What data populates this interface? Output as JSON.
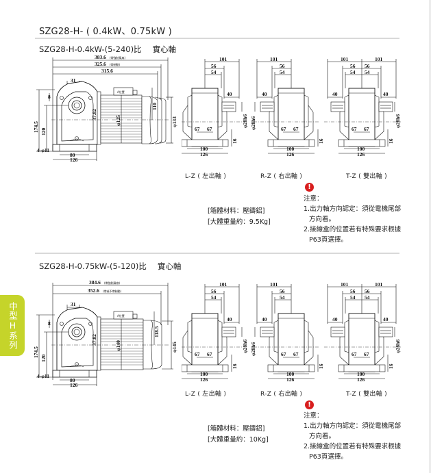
{
  "page": {
    "main_title": "SZG28-H- ( 0.4kW、0.75kW )",
    "side_tab": "中型H系列"
  },
  "sections": [
    {
      "subtitle_model": "SZG28-H-0.4kW-(5-240)比",
      "subtitle_shaft": "實心軸",
      "motor_view": {
        "overall_length_1": "383.6",
        "overall_length_1_note": "(帶強制風扇)",
        "overall_length_2": "325.6",
        "overall_length_2_note": "(帶制動)",
        "overall_length_3": "315.6",
        "shaft_offset": "31",
        "dim_8": "8",
        "height_total": "174.5",
        "center_height": "120",
        "dim_37_82": "37.82",
        "motor_dia": "φ125",
        "box_label": "A位置",
        "dim_box": "110",
        "fan_dia": "φ133",
        "foot_holes": "4-φ11",
        "foot_spacing": "80",
        "foot_width": "126"
      },
      "end_views": [
        {
          "code": "L-Z",
          "label": "L-Z ( 左出軸 )",
          "dims": {
            "d101": "101",
            "d56": "56",
            "d54": "54",
            "d40": "40",
            "d67a": "67",
            "d67b": "67",
            "shaft": "φ28h6",
            "d16": "16",
            "d100": "100",
            "d126": "126"
          }
        },
        {
          "code": "R-Z",
          "label": "R-Z ( 右出軸 )",
          "dims": {
            "d101": "101",
            "d56": "56",
            "d54": "54",
            "d40": "40",
            "d67a": "67",
            "d67b": "67",
            "shaft": "φ28h6",
            "d16": "16",
            "d100": "100",
            "d126": "126"
          }
        },
        {
          "code": "T-Z",
          "label": "T-Z ( 雙出軸 )",
          "dims": {
            "d101": "101",
            "d56": "56",
            "d54": "54",
            "d40": "40",
            "d67a": "67",
            "d67b": "67",
            "shaft": "φ28h6",
            "d16": "16",
            "d100": "100",
            "d126": "126"
          }
        }
      ],
      "material": "[箱體材料：壓鑄鋁]",
      "weight": "[大體重量約：9.5Kg]",
      "notes_title": "注意：",
      "note_1a": "1.出力軸方向認定：須從電機尾部",
      "note_1b": "方向看。",
      "note_2a": "2.接線盒的位置若有特殊要求根據",
      "note_2b": "P63頁選擇。",
      "warn_glyph": "!"
    },
    {
      "subtitle_model": "SZG28-H-0.75kW-(5-120)比",
      "subtitle_shaft": "實心軸",
      "motor_view": {
        "overall_length_1": "384.6",
        "overall_length_1_note": "(帶強制風扇)",
        "overall_length_2": "352.6",
        "overall_length_2_note": "(帶或不帶制動)",
        "overall_length_3": "",
        "shaft_offset": "31",
        "dim_8": "8",
        "height_total": "174.5",
        "center_height": "120",
        "dim_37_82": "37.82",
        "motor_dia": "φ140",
        "box_label": "A位置",
        "dim_box": "118.5",
        "fan_dia": "φ145",
        "foot_holes": "4-φ11",
        "foot_spacing": "80",
        "foot_width": "126"
      },
      "end_views": [
        {
          "code": "L-Z",
          "label": "L-Z ( 左出軸 )",
          "dims": {
            "d101": "101",
            "d56": "56",
            "d54": "54",
            "d40": "40",
            "d67a": "67",
            "d67b": "67",
            "shaft": "φ28h6",
            "d16": "16",
            "d100": "100",
            "d126": "126"
          }
        },
        {
          "code": "R-Z",
          "label": "R-Z ( 右出軸 )",
          "dims": {
            "d101": "101",
            "d56": "56",
            "d54": "54",
            "d40": "40",
            "d67a": "67",
            "d67b": "67",
            "shaft": "φ28h6",
            "d16": "16",
            "d100": "100",
            "d126": "126"
          }
        },
        {
          "code": "T-Z",
          "label": "T-Z ( 雙出軸 )",
          "dims": {
            "d101": "101",
            "d56": "56",
            "d54": "54",
            "d40": "40",
            "d67a": "67",
            "d67b": "67",
            "shaft": "φ28h6",
            "d16": "16",
            "d100": "100",
            "d126": "126"
          }
        }
      ],
      "material": "[箱體材料：壓鑄鋁]",
      "weight": "[大體重量約：10Kg]",
      "notes_title": "注意：",
      "note_1a": "1.出力軸方向認定：須從電機尾部",
      "note_1b": "方向看。",
      "note_2a": "2.接線盒的位置若有特殊要求根據",
      "note_2b": "P63頁選擇。",
      "warn_glyph": "!"
    }
  ],
  "colors": {
    "side_tab": "#c5d42a",
    "warning": "#d81e1e",
    "rule": "#d9d9d9"
  }
}
